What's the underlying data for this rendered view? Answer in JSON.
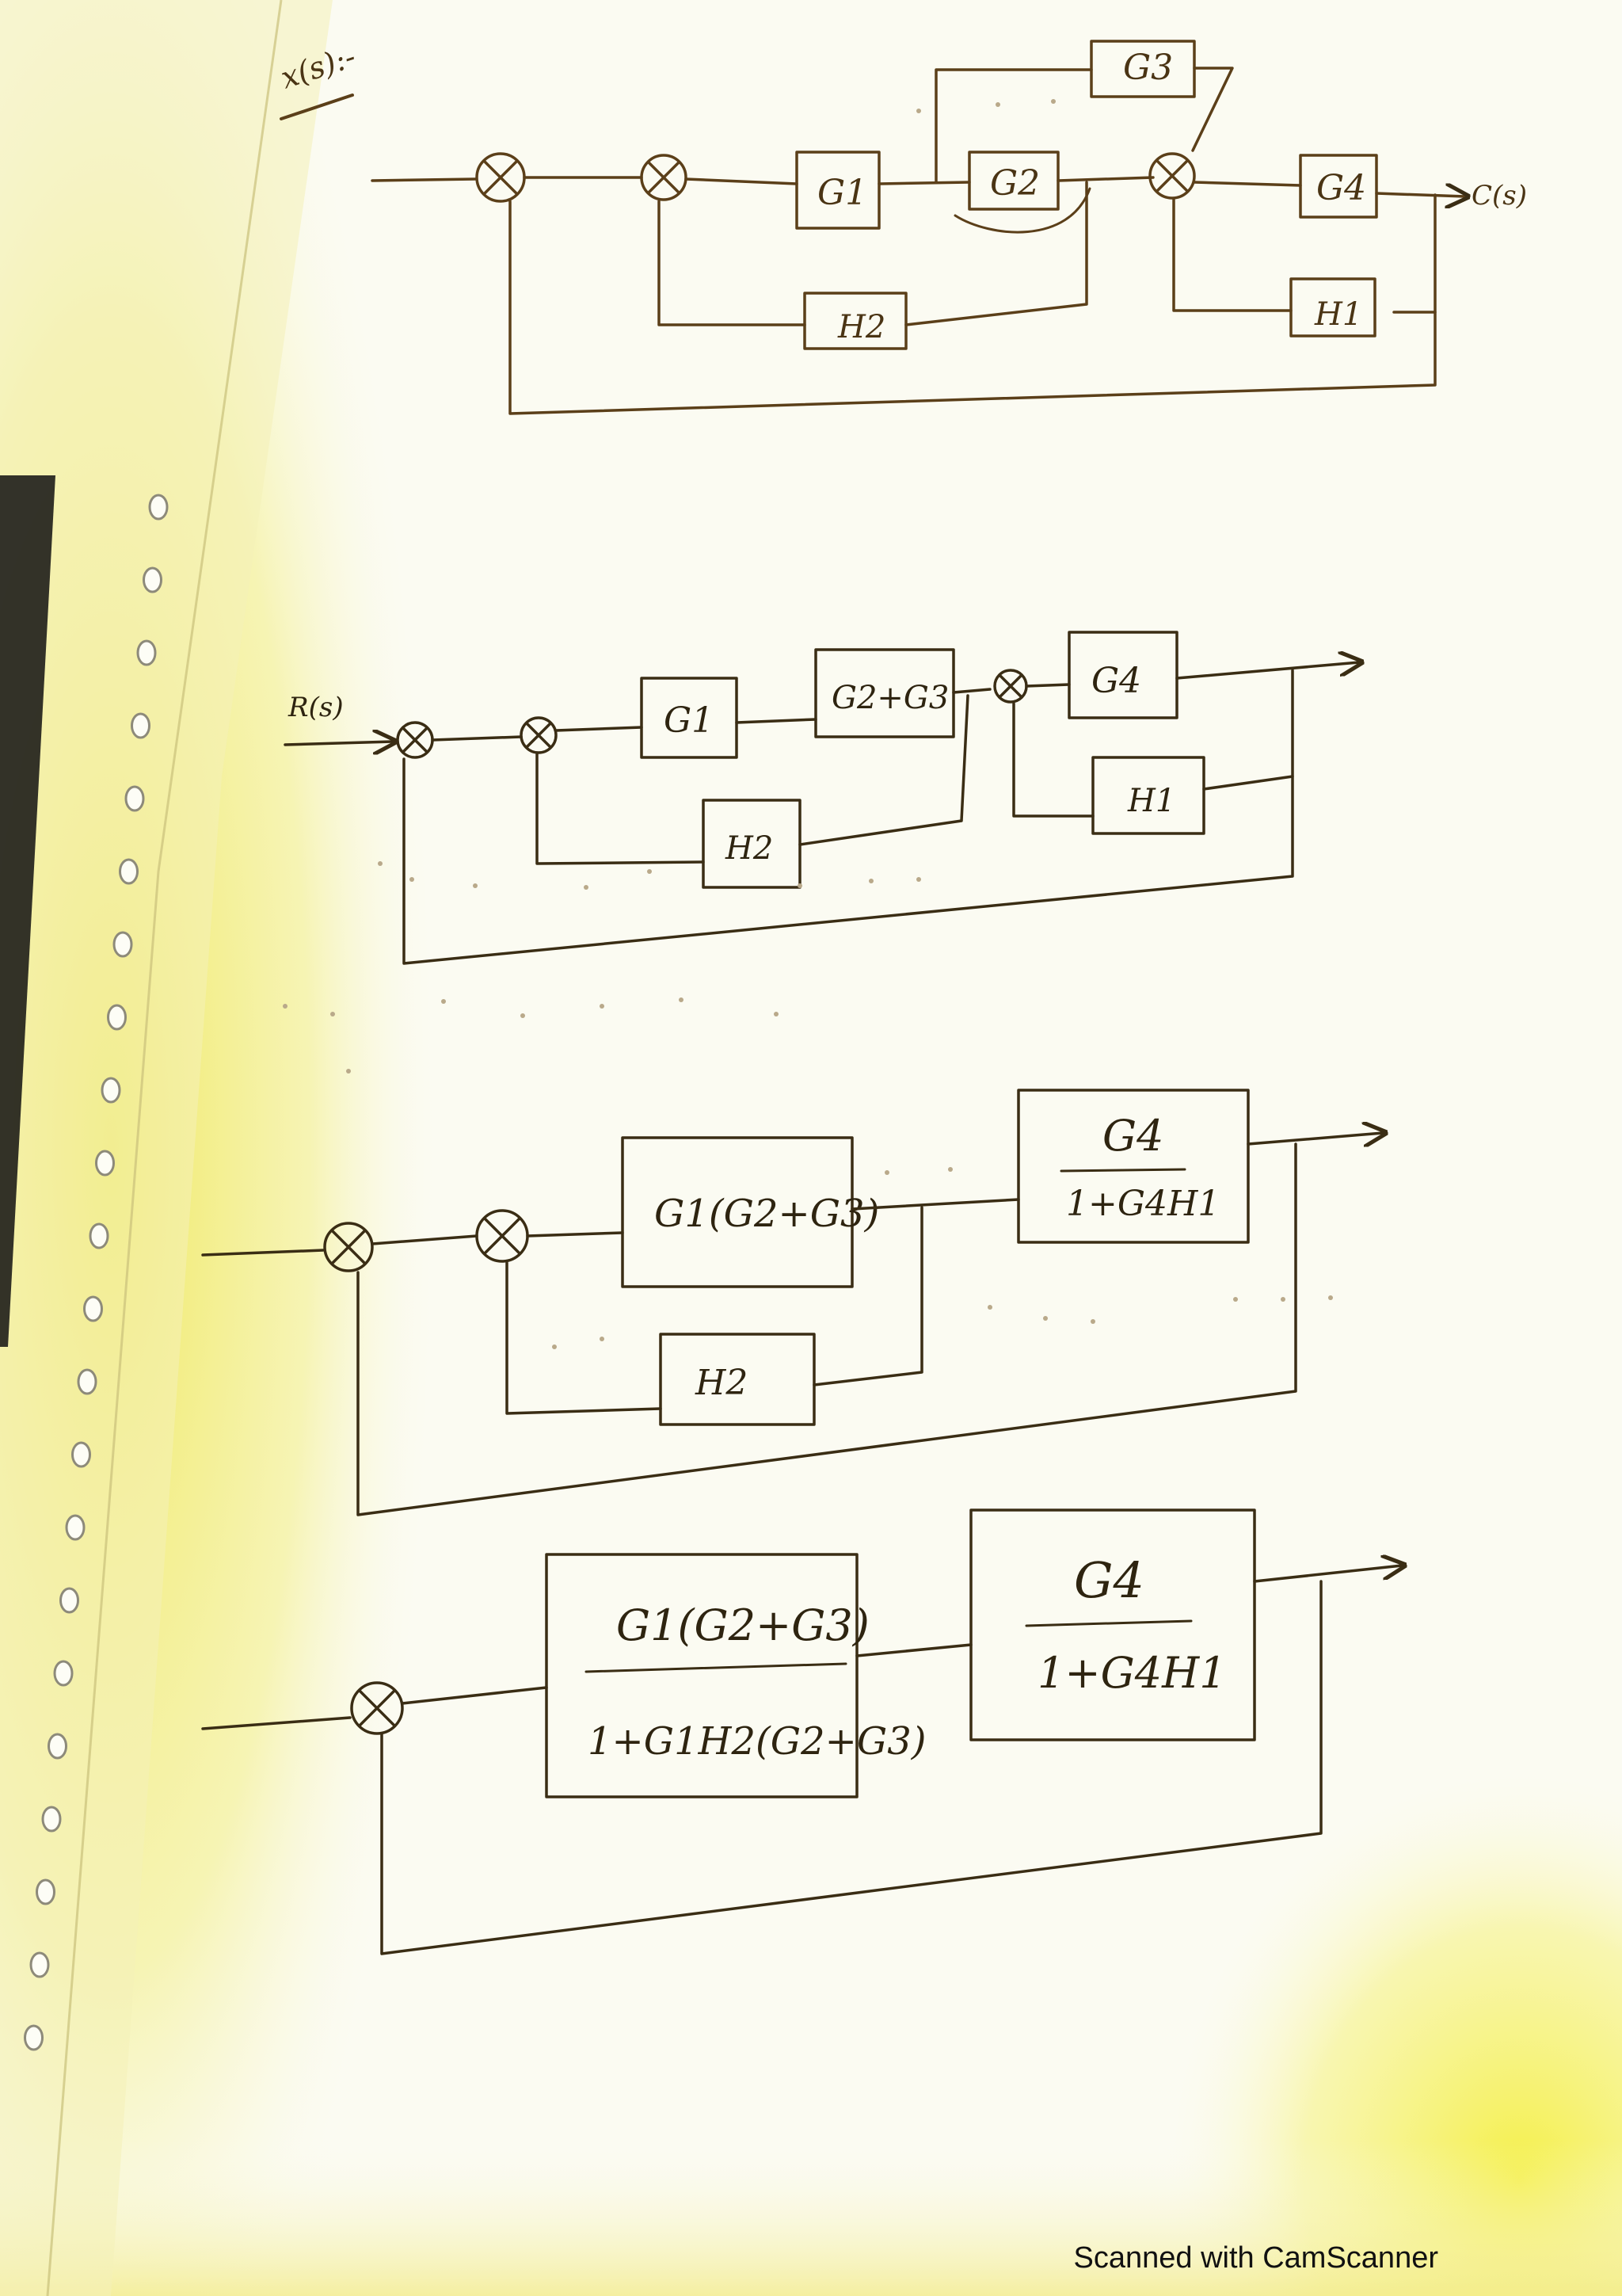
{
  "header_note": "x(s):-",
  "diagram1": {
    "blocks": {
      "g1": "G1",
      "g2": "G2",
      "g3": "G3",
      "g4": "G4",
      "h1": "H1",
      "h2": "H2"
    },
    "output": "C(s)"
  },
  "diagram2": {
    "input": "R(s)",
    "blocks": {
      "g1": "G1",
      "g2g3": "G2+G3",
      "g4": "G4",
      "h1": "H1",
      "h2": "H2"
    }
  },
  "diagram3": {
    "blocks": {
      "forward": "G1(G2+G3)",
      "h2": "H2",
      "g4_num": "G4",
      "g4_den": "1+G4H1"
    }
  },
  "diagram4": {
    "blocks": {
      "a_num": "G1(G2+G3)",
      "a_den": "1+G1H2(G2+G3)",
      "b_num": "G4",
      "b_den": "1+G4H1"
    }
  },
  "footer": "Scanned with CamScanner",
  "colors": {
    "ink": "#3a2d14",
    "paper": "#fbfbf2",
    "highlight": "#f3ef6a",
    "accent_arrow": "#6b4e9a"
  }
}
